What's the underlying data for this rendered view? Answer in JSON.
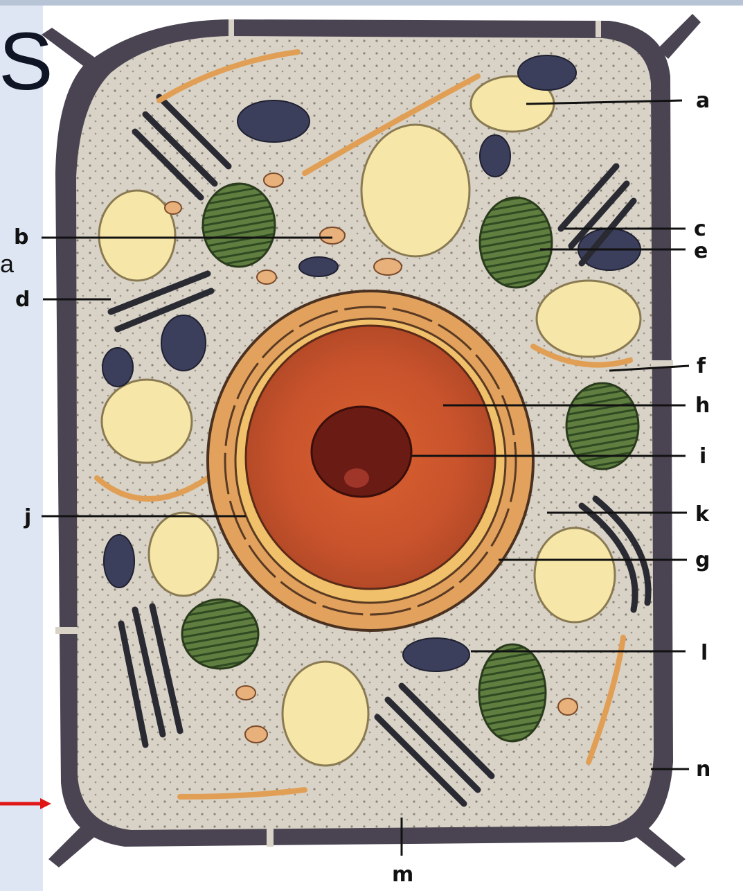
{
  "slide": {
    "title_fragment": "S",
    "text_fragment": "a"
  },
  "diagram": {
    "labels": [
      {
        "id": "a",
        "text": "a"
      },
      {
        "id": "b",
        "text": "b"
      },
      {
        "id": "c",
        "text": "c"
      },
      {
        "id": "e",
        "text": "e"
      },
      {
        "id": "d",
        "text": "d"
      },
      {
        "id": "f",
        "text": "f"
      },
      {
        "id": "h",
        "text": "h"
      },
      {
        "id": "i",
        "text": "i"
      },
      {
        "id": "j",
        "text": "j"
      },
      {
        "id": "k",
        "text": "k"
      },
      {
        "id": "g",
        "text": "g"
      },
      {
        "id": "l",
        "text": "l"
      },
      {
        "id": "n",
        "text": "n"
      },
      {
        "id": "m",
        "text": "m"
      }
    ]
  },
  "colors": {
    "cell_wall": "#4a4452",
    "cytoplasm": "#d9d3c8",
    "vacuole": "#f6e7a8",
    "chloroplast": "#5c7a3e",
    "mitochondria": "#3b3f5c",
    "nucleus": "#c8552d",
    "nucleolus": "#6a1c14",
    "er": "#e7a65a",
    "pointer_arrow": "#e01616"
  }
}
